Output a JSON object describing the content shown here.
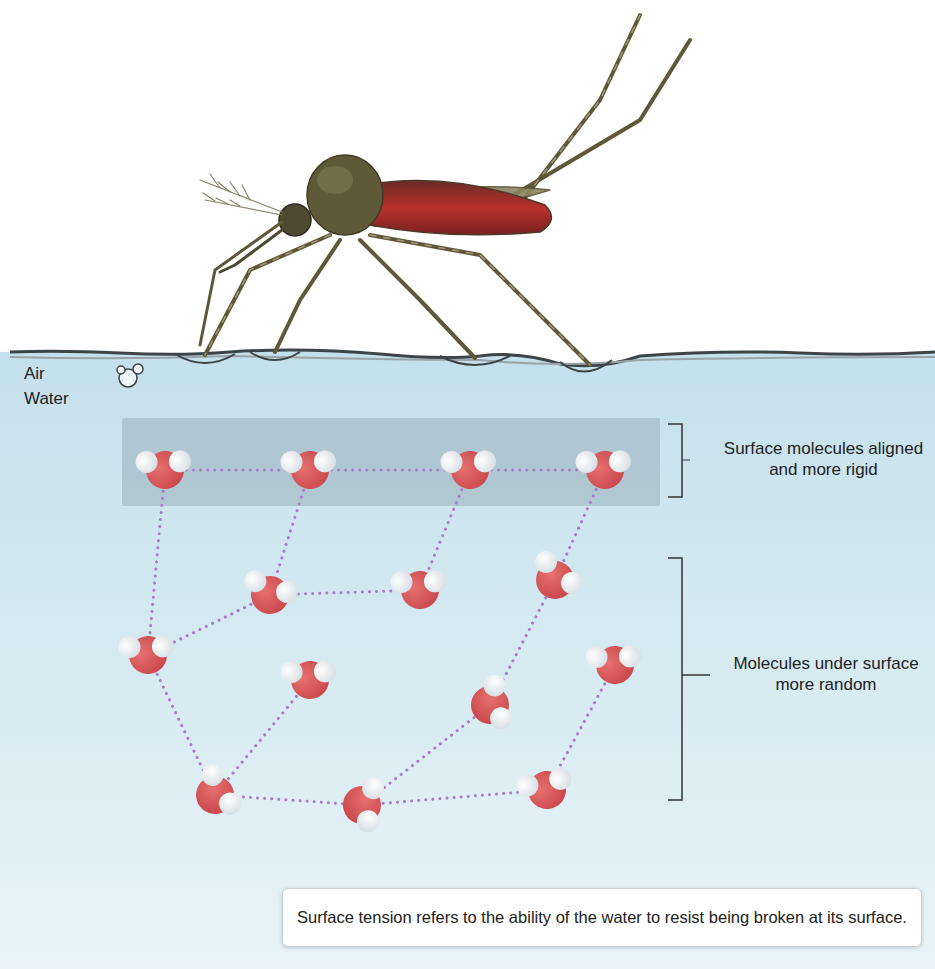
{
  "diagram": {
    "nodes": [
      {
        "text": [
          "Surface tension refers to the ability of the water to resist being broken at its surface."
        ]
      }
    ],
    "labels": [
      "Air",
      "Water",
      "Surface molecules aligned and more rigid",
      "Molecules under surface more random"
    ]
  }
}
